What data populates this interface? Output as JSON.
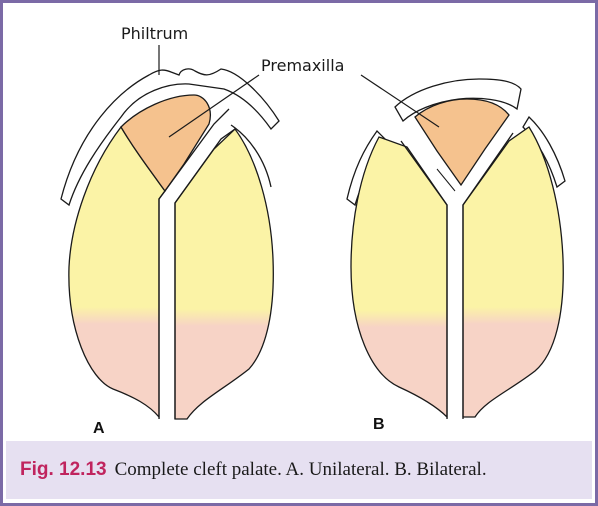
{
  "diagram": {
    "labels": {
      "philtrum": "Philtrum",
      "premaxilla": "Premaxilla",
      "panel_a": "A",
      "panel_b": "B"
    },
    "colors": {
      "premaxilla_fill": "#f5c28e",
      "palate_yellow": "#fbf3a6",
      "palate_pink": "#f7d3c6",
      "outline": "#1a1a1a",
      "frame": "#7b6aa6",
      "caption_background": "#e6e0f1",
      "figure_number": "#c0245e"
    }
  },
  "caption": {
    "number": "Fig. 12.13",
    "text": "Complete cleft palate. A. Unilateral. B. Bilateral."
  }
}
